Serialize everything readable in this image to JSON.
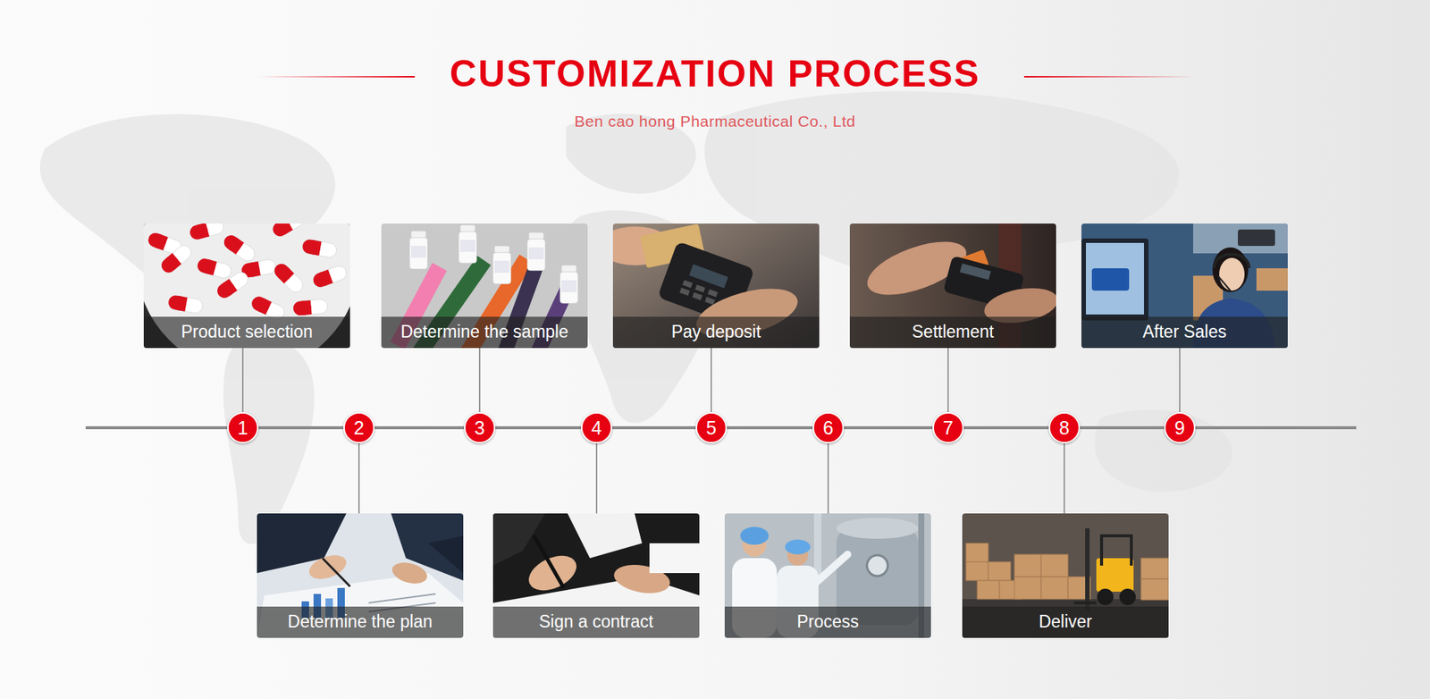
{
  "diagram": {
    "title": "CUSTOMIZATION PROCESS",
    "nodes": [
      {
        "text": [
          "Product selection"
        ]
      },
      {
        "text": [
          "Determine the plan"
        ]
      },
      {
        "text": [
          "Determine the sample"
        ]
      },
      {
        "text": [
          "Sign a contract"
        ]
      },
      {
        "text": [
          "Pay deposit"
        ]
      },
      {
        "text": [
          "Process"
        ]
      },
      {
        "text": [
          "Settlement"
        ]
      },
      {
        "text": [
          "Deliver"
        ]
      },
      {
        "text": [
          "After Sales"
        ]
      },
      {
        "text": [
          "1"
        ]
      },
      {
        "text": [
          "2"
        ]
      },
      {
        "text": [
          "3"
        ]
      },
      {
        "text": [
          "4"
        ]
      },
      {
        "text": [
          "5"
        ]
      },
      {
        "text": [
          "6"
        ]
      },
      {
        "text": [
          "7"
        ]
      },
      {
        "text": [
          "8"
        ]
      },
      {
        "text": [
          "9"
        ]
      }
    ],
    "edges": [
      {
        "from": 0,
        "to": 9,
        "arrow": "none"
      },
      {
        "from": 1,
        "to": 10,
        "arrow": "none"
      },
      {
        "from": 2,
        "to": 11,
        "arrow": "none"
      },
      {
        "from": 3,
        "to": 12,
        "arrow": "none"
      },
      {
        "from": 4,
        "to": 13,
        "arrow": "none"
      },
      {
        "from": 5,
        "to": 14,
        "arrow": "none"
      },
      {
        "from": 6,
        "to": 15,
        "arrow": "none"
      },
      {
        "from": 7,
        "to": 16,
        "arrow": "none"
      },
      {
        "from": 8,
        "to": 17,
        "arrow": "none"
      },
      {
        "from": 9,
        "to": 10,
        "arrow": "none"
      },
      {
        "from": 10,
        "to": 11,
        "arrow": "none"
      },
      {
        "from": 11,
        "to": 12,
        "arrow": "none"
      },
      {
        "from": 12,
        "to": 13,
        "arrow": "none"
      },
      {
        "from": 13,
        "to": 14,
        "arrow": "none"
      },
      {
        "from": 14,
        "to": 15,
        "arrow": "none"
      },
      {
        "from": 15,
        "to": 16,
        "arrow": "none"
      },
      {
        "from": 16,
        "to": 17,
        "arrow": "none"
      }
    ],
    "labels": [
      "Ben cao hong Pharmaceutical Co., Ltd"
    ]
  }
}
